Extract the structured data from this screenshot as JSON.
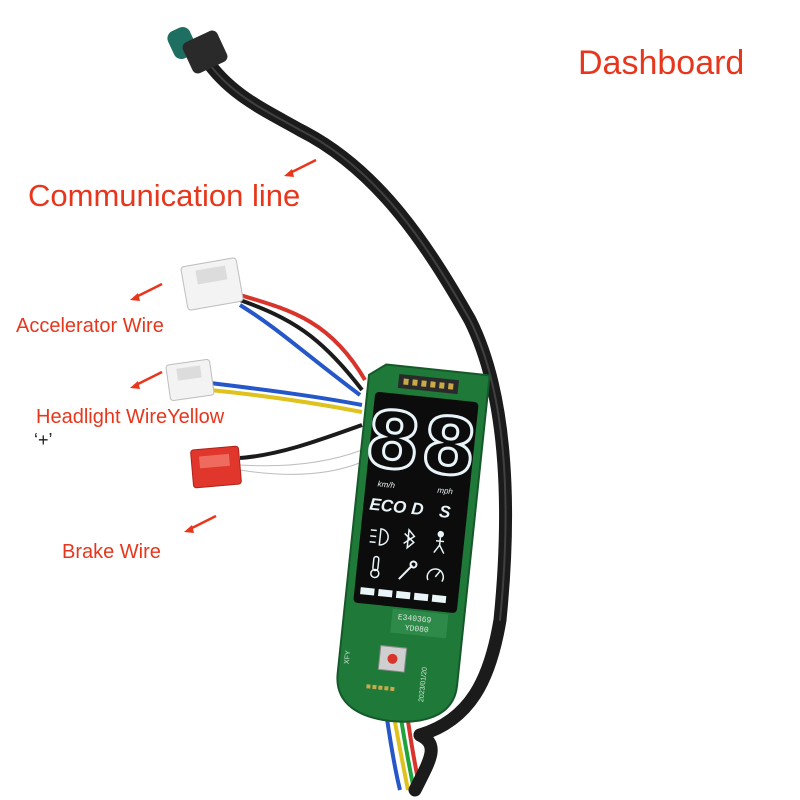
{
  "labels": {
    "dashboard": "Dashboard",
    "communication": "Communication line",
    "accelerator": "Accelerator Wire",
    "headlight": "Headlight WireYellow",
    "headlight_plus": "‘+’",
    "brake": "Brake Wire"
  },
  "display": {
    "speed_digits": "88",
    "unit_left": "km/h",
    "unit_right": "mph",
    "mode_eco": "ECO",
    "mode_d": "D",
    "mode_s": "S"
  },
  "pcb": {
    "code1": "E340369",
    "code2": "YD080",
    "side_text": "2023/01/20",
    "side_text2": "XFY"
  },
  "colors": {
    "label_red": "#e8361c",
    "pcb_green": "#1f7a3a",
    "display_black": "#0c0c0c",
    "segment_white": "#e9f4f8",
    "cable_black": "#1b1b1b",
    "connector_teal": "#1f6e62"
  }
}
